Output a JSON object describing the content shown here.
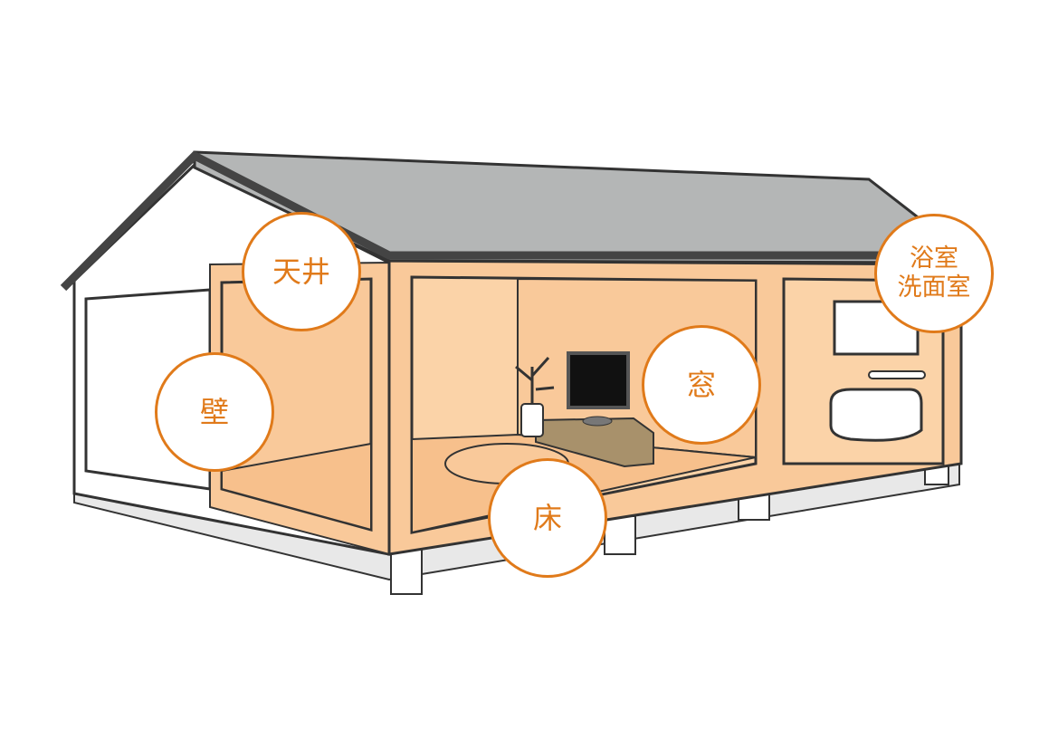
{
  "labels": {
    "ceiling": "天井",
    "wall": "壁",
    "window": "窓",
    "floor": "床",
    "bathroom_line1": "浴室",
    "bathroom_line2": "洗面室"
  },
  "colors": {
    "accent": "#e07a1a",
    "interior": "#f9c99a",
    "roof": "#b4b6b6",
    "outline": "#333333"
  }
}
